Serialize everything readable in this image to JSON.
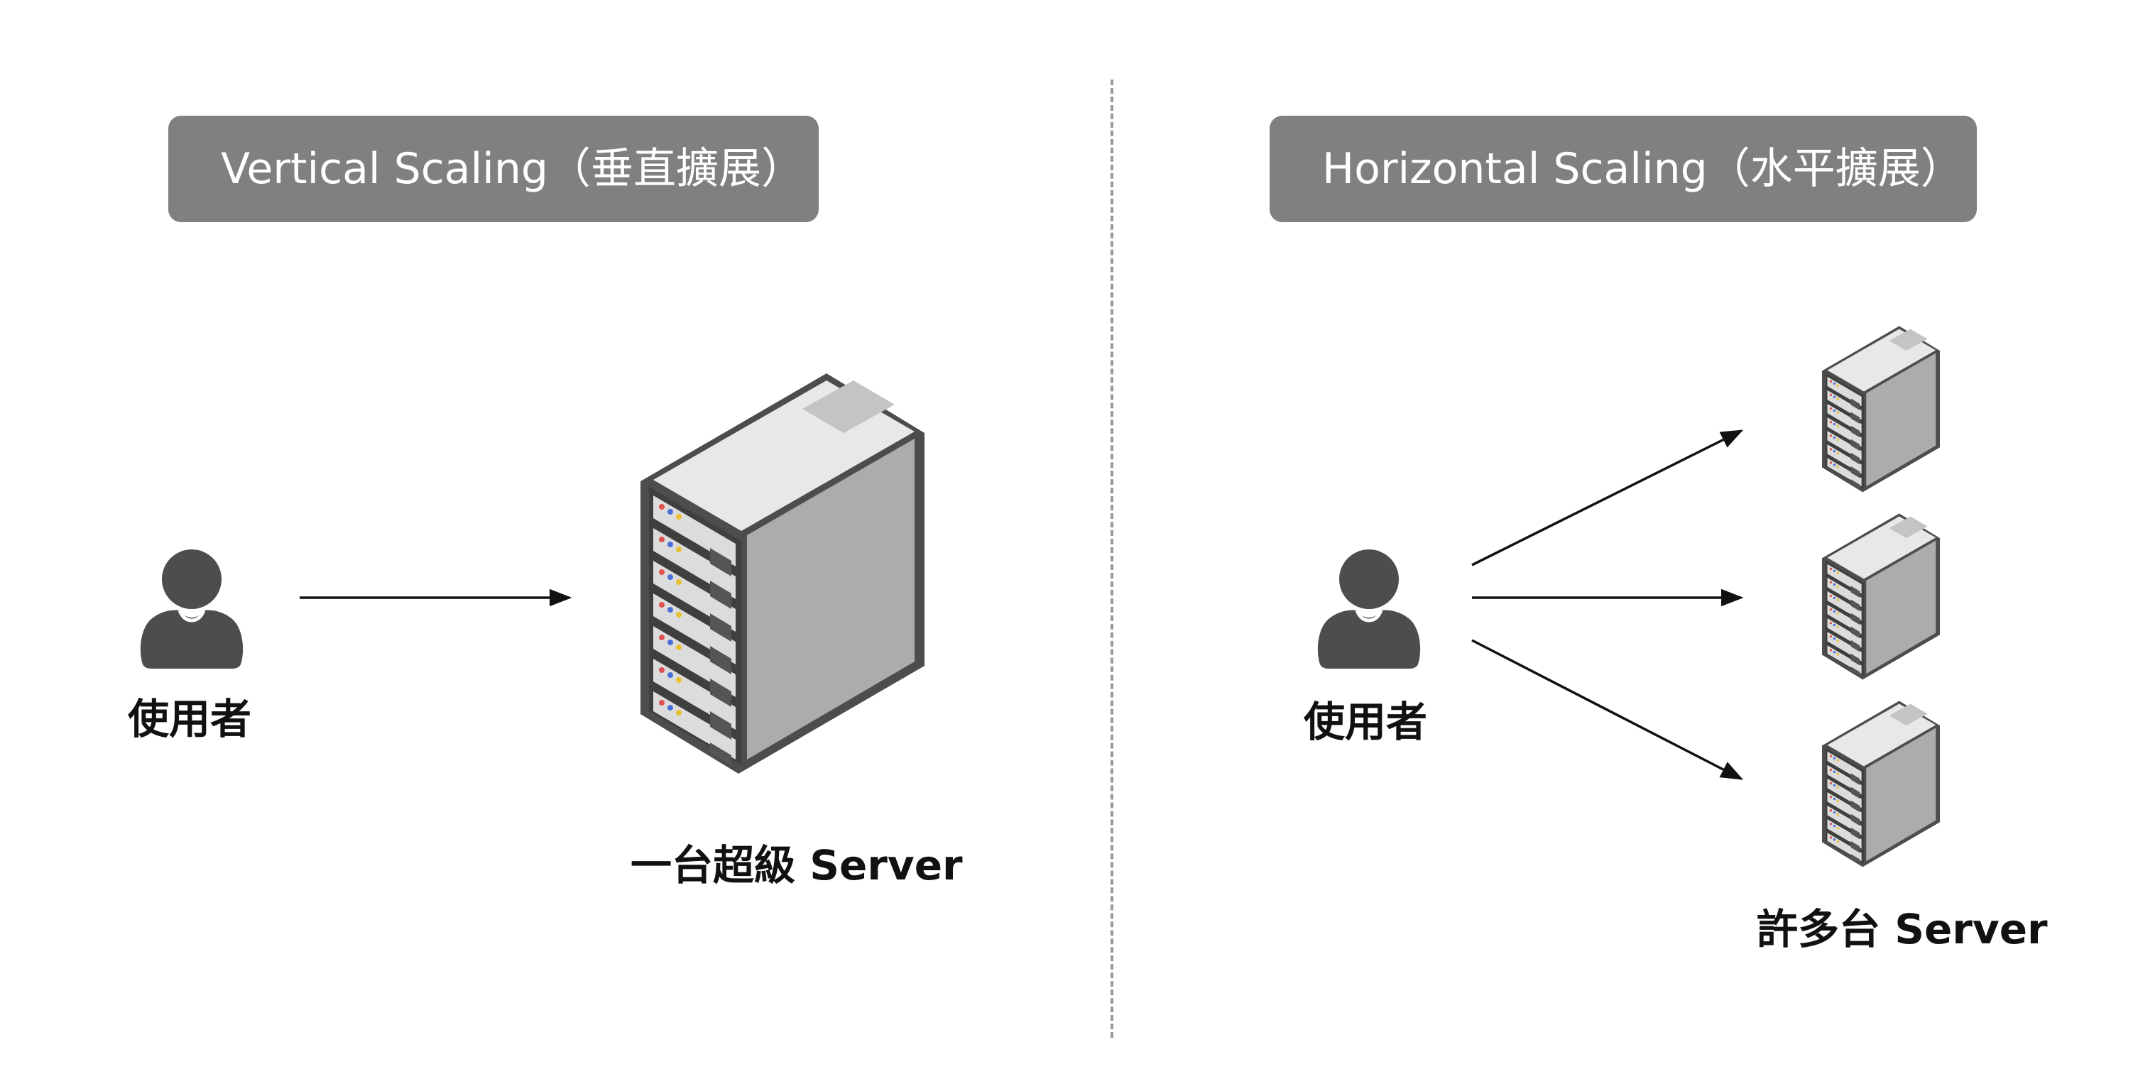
{
  "left": {
    "title": "Vertical Scaling（垂直擴展）",
    "user_label": "使用者",
    "server_label": "一台超級 Server"
  },
  "right": {
    "title": "Horizontal Scaling（水平擴展）",
    "user_label": "使用者",
    "server_label": "許多台 Server"
  },
  "icons": [
    "user-icon",
    "server-icon"
  ],
  "colors": {
    "title_bg": "#808080",
    "title_text": "#ffffff",
    "icon_dark": "#4d4d4d",
    "server_top": "#e6e6e6",
    "server_side": "#aaaaaa",
    "server_front": "#d9d9d9",
    "divider": "#999999"
  }
}
